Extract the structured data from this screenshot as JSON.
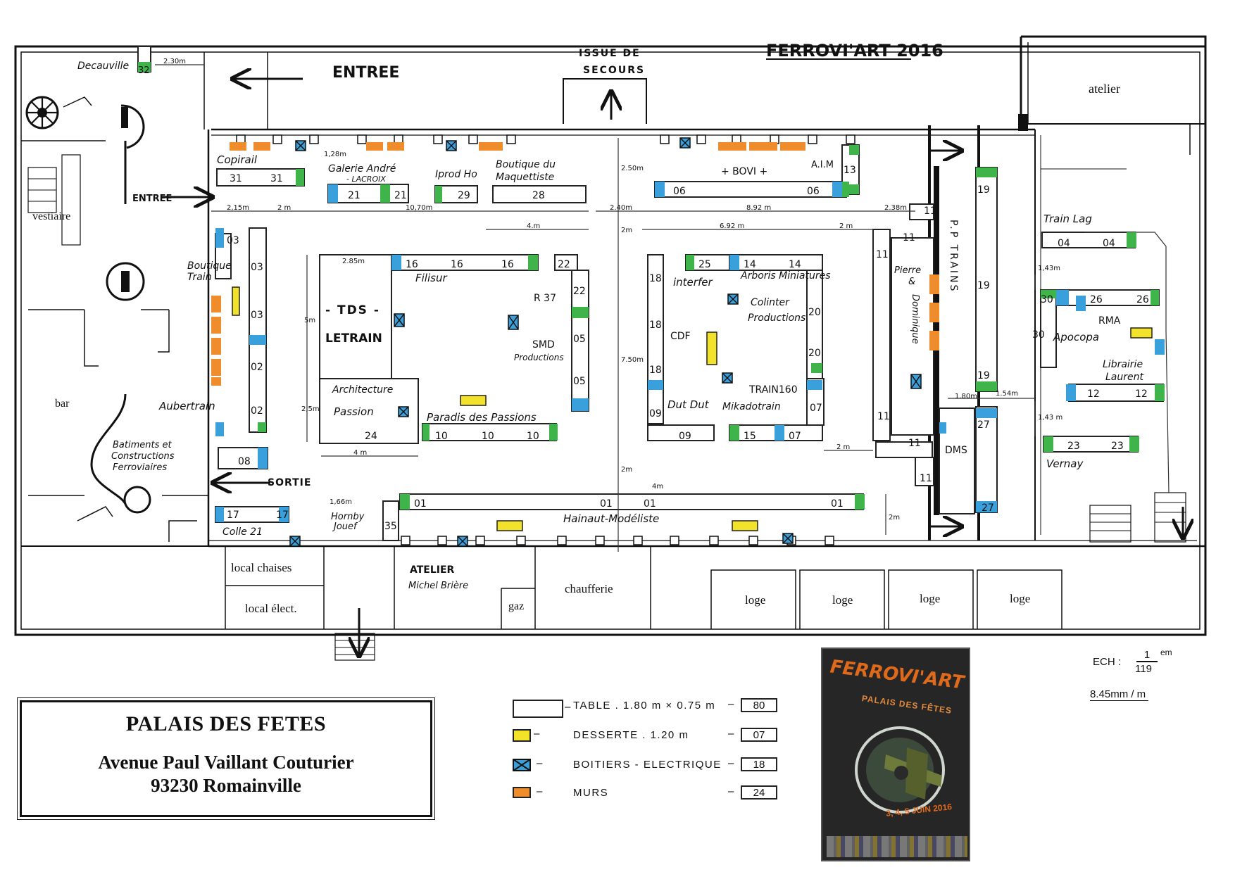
{
  "header": {
    "event_title": "FERROVI'ART 2016",
    "emergency_exit_line1": "ISSUE DE",
    "emergency_exit_line2": "SECOURS",
    "entrance_top": "ENTREE",
    "entrance_side": "ENTREE",
    "exit_side": "SORTIE"
  },
  "rooms": {
    "atelier": "atelier",
    "vestiaire": "vestiaire",
    "bar": "bar",
    "local_chaises": "local chaises",
    "local_elect": "local élect.",
    "atelier_michel_line1": "ATELIER",
    "atelier_michel_line2": "Michel Brière",
    "gaz": "gaz",
    "chaufferie": "chaufferie",
    "loges": [
      "loge",
      "loge",
      "loge",
      "loge"
    ]
  },
  "exhibitors": {
    "decauville": "Decauville",
    "copirail": "Copirail",
    "galerie_line1": "Galerie André",
    "galerie_line2": "- LACROIX",
    "iprod": "Iprod Ho",
    "boutique_maq_line1": "Boutique du",
    "boutique_maq_line2": "Maquettiste",
    "bovi": "+ BOVI +",
    "aim": "A.I.M",
    "boutique_train_line1": "Boutique",
    "boutique_train_line2": "Train",
    "tds_line1": "- TDS -",
    "tds_line2": "LETRAIN",
    "filisur": "Filisur",
    "r37": "R 37",
    "smd_line1": "SMD",
    "smd_line2": "Productions",
    "architecture_line1": "Architecture",
    "architecture_line2": "Passion",
    "paradis": "Paradis des Passions",
    "aubertrain": "Aubertrain",
    "batiments_line1": "Batiments et",
    "batiments_line2": "Constructions",
    "batiments_line3": "Ferroviaires",
    "colle21": "Colle 21",
    "hornby_line1": "Hornby",
    "hornby_line2": "Jouef",
    "hainaut": "Hainaut-Modéliste",
    "interfer": "interfer",
    "arboris": "Arboris Miniatures",
    "colinter_line1": "Colinter",
    "colinter_line2": "Productions",
    "cdf": "CDF",
    "train160": "TRAIN160",
    "dutdut": "Dut Dut",
    "mikadotrain": "Mikadotrain",
    "pierre_dominique_line1": "Pierre",
    "pierre_dominique_line2": "&",
    "pierre_dominique_line3": "Dominique",
    "pptrains": "P.P TRAINS",
    "dms": "DMS",
    "trainlag": "Train Lag",
    "rma": "RMA",
    "apocopa": "Apocopa",
    "librairie_line1": "Librairie",
    "librairie_line2": "Laurent",
    "vernay": "Vernay"
  },
  "table_numbers": {
    "t32": "32",
    "t31a": "31",
    "t31b": "31",
    "t21a": "21",
    "t21b": "21",
    "t29": "29",
    "t28": "28",
    "t06a": "06",
    "t06b": "06",
    "t13": "13",
    "t03a": "03",
    "t03b": "03",
    "t03c": "03",
    "t02a": "02",
    "t02b": "02",
    "t08": "08",
    "t17a": "17",
    "t17b": "17",
    "t16a": "16",
    "t16b": "16",
    "t16c": "16",
    "t22a": "22",
    "t22b": "22",
    "t05a": "05",
    "t05b": "05",
    "t24": "24",
    "t10a": "10",
    "t10b": "10",
    "t10c": "10",
    "t01a": "01",
    "t01b": "01",
    "t01c": "01",
    "t01d": "01",
    "t35": "35",
    "t18a": "18",
    "t18b": "18",
    "t18c": "18",
    "t25": "25",
    "t14a": "14",
    "t14b": "14",
    "t20a": "20",
    "t20b": "20",
    "t09a": "09",
    "t09b": "09",
    "t15": "15",
    "t07a": "07",
    "t07b": "07",
    "t11a": "11",
    "t11b": "11",
    "t11c": "11",
    "t11d": "11",
    "t11e": "11",
    "t11f": "11",
    "t19a": "19",
    "t19b": "19",
    "t19c": "19",
    "t27a": "27",
    "t27b": "27",
    "t04a": "04",
    "t04b": "04",
    "t30a": "30",
    "t30b": "30",
    "t26a": "26",
    "t26b": "26",
    "t12a": "12",
    "t12b": "12",
    "t23a": "23",
    "t23b": "23"
  },
  "dimensions": {
    "d_2_30": "2.30m",
    "d_1_28": "1,28m",
    "d_2_50": "2.50m",
    "d_2_15": "2,15m",
    "d_2m_a": "2 m",
    "d_10_70": "10,70m",
    "d_2_40": "2.40m",
    "d_8_92": "8.92 m",
    "d_2_38": "2.38m",
    "d_4m_a": "4.m",
    "d_2m_b": "2m",
    "d_6_92": "6.92 m",
    "d_2m_c": "2 m",
    "d_2_85": "2.85m",
    "d_5m": "5m",
    "d_2_5": "2,5m",
    "d_4m_b": "4 m",
    "d_7_50": "7.50m",
    "d_2m_d": "2m",
    "d_4m_c": "4m",
    "d_1_66": "1,66m",
    "d_2m_e": "2m",
    "d_2m_f": "2 m",
    "d_1_43a": "1,43m",
    "d_1_80": "1.80m",
    "d_1_54": "1.54m",
    "d_1_43b": "1,43 m"
  },
  "address": {
    "venue": "PALAIS DES FETES",
    "street": "Avenue Paul Vaillant Couturier",
    "city": "93230 Romainville"
  },
  "legend": [
    {
      "label": "TABLE . 1.80 m × 0.75 m",
      "count": "80",
      "color": "#ffffff",
      "kind": "table"
    },
    {
      "label": "DESSERTE . 1.20 m",
      "count": "07",
      "color": "#f2e22a",
      "kind": "desserte"
    },
    {
      "label": "BOITIERS - ELECTRIQUE",
      "count": "18",
      "color": "#3aa0dc",
      "kind": "boitier"
    },
    {
      "label": "MURS",
      "count": "24",
      "color": "#ef8c2c",
      "kind": "mur"
    }
  ],
  "scale": {
    "ech_prefix": "ECH :",
    "numerator": "1",
    "denominator": "119",
    "unit": "em",
    "ratio": "8.45mm / m"
  },
  "poster": {
    "title": "FERROVI'ART",
    "subtitle": "PALAIS DES FÊTES",
    "dates": "3, 4, 5 JUIN 2016"
  },
  "colors": {
    "table_end_green": "#3fb44a",
    "table_end_blue": "#3aa0dc",
    "desserte_yellow": "#f2e22a",
    "wall_orange": "#ef8c2c",
    "ink": "#111111"
  }
}
